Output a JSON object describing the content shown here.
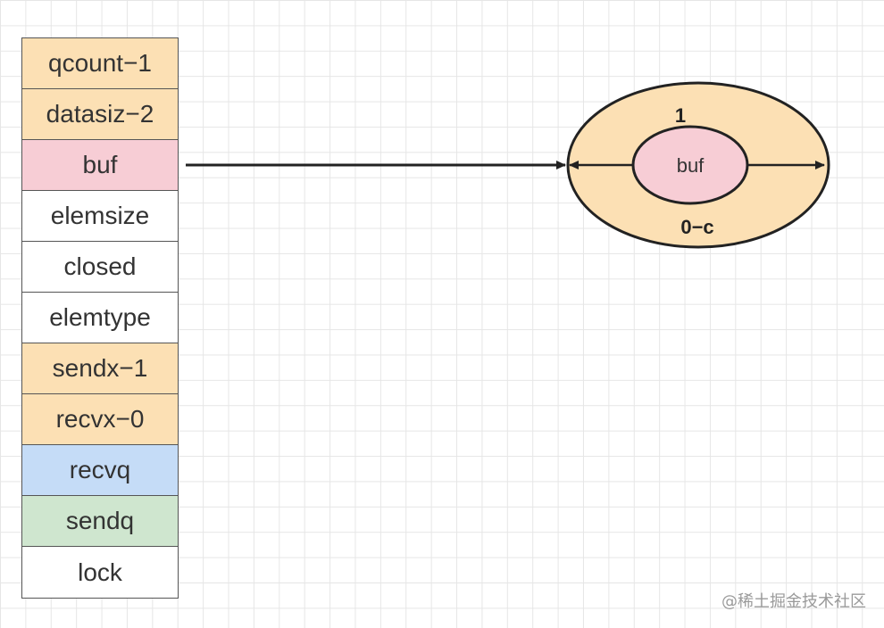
{
  "fields": [
    {
      "label": "qcount−1",
      "color": "#fce0b4"
    },
    {
      "label": "datasiz−2",
      "color": "#fce0b4"
    },
    {
      "label": "buf",
      "color": "#f7cdd5"
    },
    {
      "label": "elemsize",
      "color": "#ffffff"
    },
    {
      "label": "closed",
      "color": "#ffffff"
    },
    {
      "label": "elemtype",
      "color": "#ffffff"
    },
    {
      "label": "sendx−1",
      "color": "#fce0b4"
    },
    {
      "label": "recvx−0",
      "color": "#fce0b4"
    },
    {
      "label": "recvq",
      "color": "#c5dcf7"
    },
    {
      "label": "sendq",
      "color": "#cfe6cf"
    },
    {
      "label": "lock",
      "color": "#ffffff"
    }
  ],
  "ring": {
    "outer_color": "#fce0b4",
    "inner_color": "#f7cdd5",
    "inner_label": "buf",
    "top_label": "1",
    "bottom_label": "0−c"
  },
  "watermark": "@稀土掘金技术社区"
}
